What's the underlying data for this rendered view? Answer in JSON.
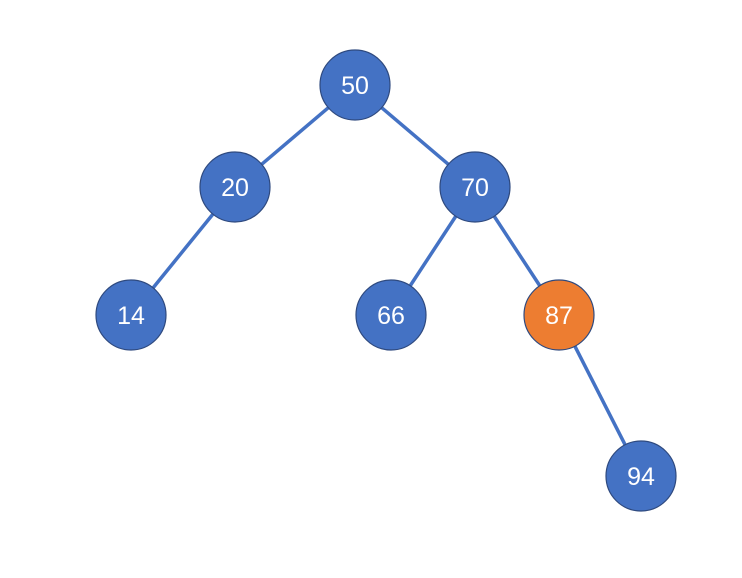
{
  "diagram": {
    "type": "binary-search-tree",
    "colors": {
      "node_fill": "#4472c4",
      "highlight_fill": "#ed7d31",
      "node_stroke": "#2f4a7f",
      "edge": "#4472c4",
      "label": "#ffffff"
    },
    "nodes": [
      {
        "id": "n50",
        "label": "50",
        "highlighted": false
      },
      {
        "id": "n20",
        "label": "20",
        "highlighted": false
      },
      {
        "id": "n70",
        "label": "70",
        "highlighted": false
      },
      {
        "id": "n14",
        "label": "14",
        "highlighted": false
      },
      {
        "id": "n66",
        "label": "66",
        "highlighted": false
      },
      {
        "id": "n87",
        "label": "87",
        "highlighted": true
      },
      {
        "id": "n94",
        "label": "94",
        "highlighted": false
      }
    ],
    "edges": [
      {
        "from": "n50",
        "to": "n20"
      },
      {
        "from": "n50",
        "to": "n70"
      },
      {
        "from": "n20",
        "to": "n14"
      },
      {
        "from": "n70",
        "to": "n66"
      },
      {
        "from": "n70",
        "to": "n87"
      },
      {
        "from": "n87",
        "to": "n94"
      }
    ]
  }
}
